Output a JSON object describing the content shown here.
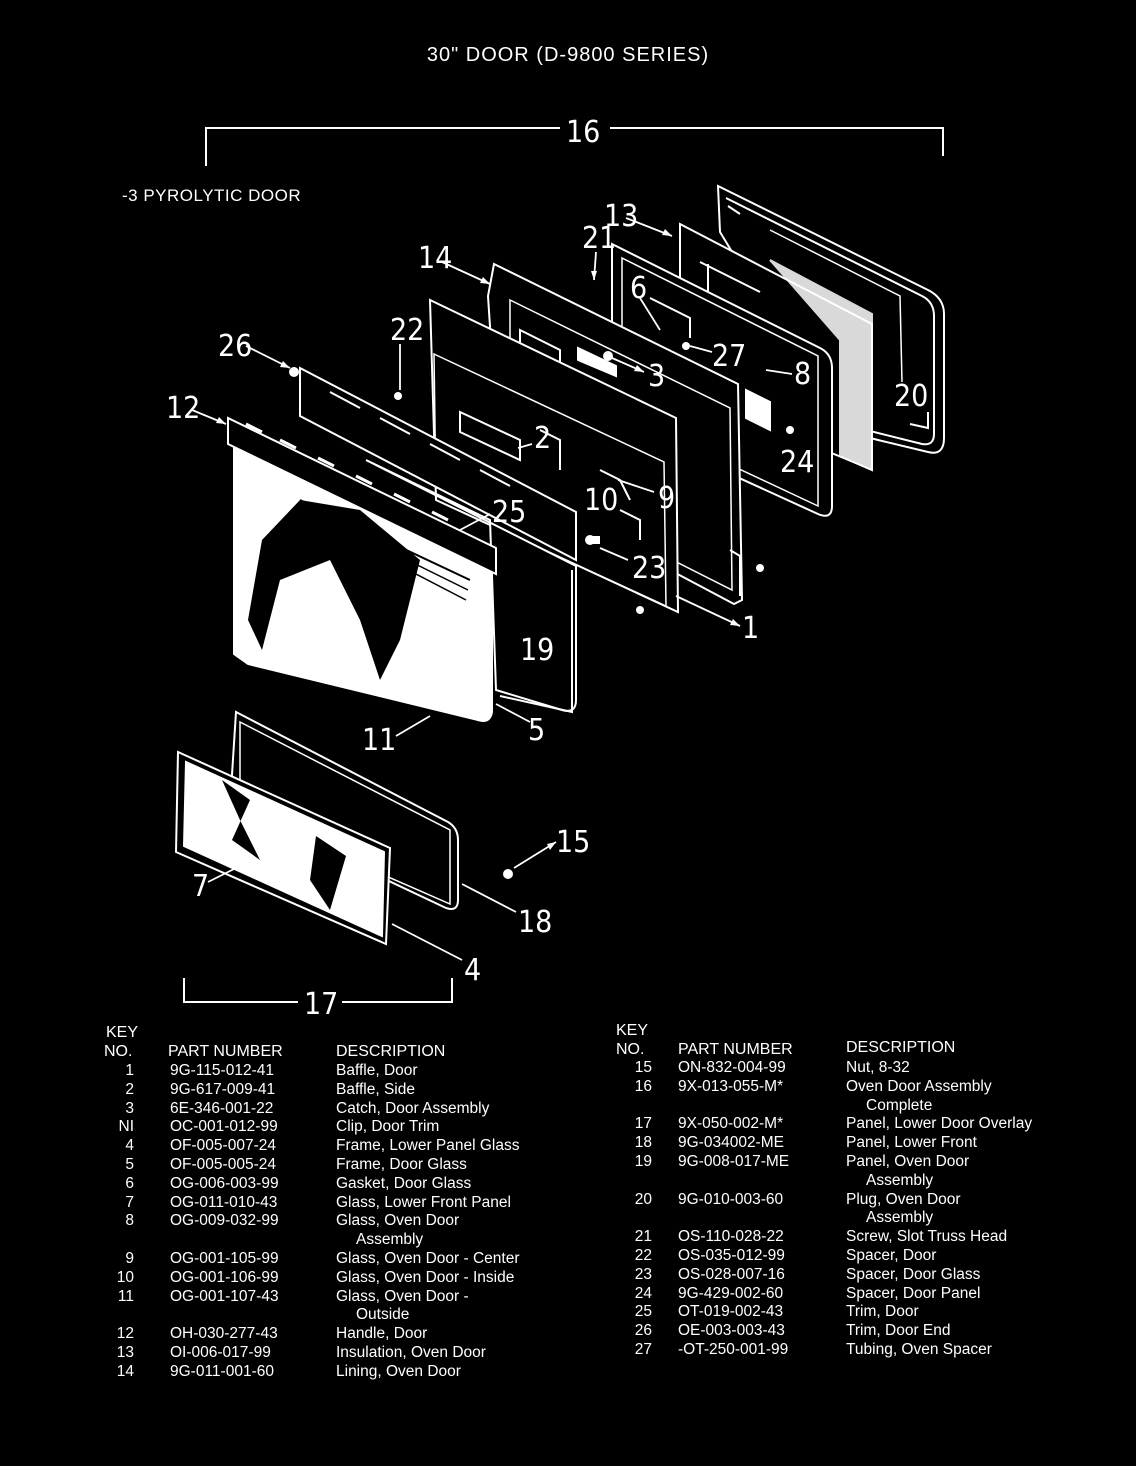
{
  "title": "30\" DOOR (D-9800 SERIES)",
  "subtitle": "-3 PYROLYTIC DOOR",
  "callouts": {
    "c16": "16",
    "c17": "17",
    "c13": "13",
    "c21": "21",
    "c14": "14",
    "c6": "6",
    "c26": "26",
    "c22": "22",
    "c27": "27",
    "c3": "3",
    "c8": "8",
    "c12": "12",
    "c20": "20",
    "c2": "2",
    "c24": "24",
    "c9": "9",
    "c10": "10",
    "c25": "25",
    "c23": "23",
    "c1": "1",
    "c19": "19",
    "c11": "11",
    "c5": "5",
    "c15": "15",
    "c7": "7",
    "c18": "18",
    "c4": "4"
  },
  "headers": {
    "key_top": "KEY",
    "key_bottom": "NO.",
    "part_number": "PART NUMBER",
    "description": "DESCRIPTION"
  },
  "left_rows": [
    {
      "key": "1",
      "part": "9G-115-012-41",
      "desc": "Baffle, Door",
      "desc2": ""
    },
    {
      "key": "2",
      "part": "9G-617-009-41",
      "desc": "Baffle, Side",
      "desc2": ""
    },
    {
      "key": "3",
      "part": "6E-346-001-22",
      "desc": "Catch, Door Assembly",
      "desc2": ""
    },
    {
      "key": "NI",
      "part": "OC-001-012-99",
      "desc": "Clip, Door Trim",
      "desc2": ""
    },
    {
      "key": "4",
      "part": "OF-005-007-24",
      "desc": "Frame, Lower Panel Glass",
      "desc2": ""
    },
    {
      "key": "5",
      "part": "OF-005-005-24",
      "desc": "Frame, Door Glass",
      "desc2": ""
    },
    {
      "key": "6",
      "part": "OG-006-003-99",
      "desc": "Gasket, Door Glass",
      "desc2": ""
    },
    {
      "key": "7",
      "part": "OG-011-010-43",
      "desc": "Glass, Lower Front Panel",
      "desc2": ""
    },
    {
      "key": "8",
      "part": "OG-009-032-99",
      "desc": "Glass, Oven Door",
      "desc2": "Assembly"
    },
    {
      "key": "9",
      "part": "OG-001-105-99",
      "desc": "Glass, Oven Door - Center",
      "desc2": ""
    },
    {
      "key": "10",
      "part": "OG-001-106-99",
      "desc": "Glass, Oven Door - Inside",
      "desc2": ""
    },
    {
      "key": "11",
      "part": "OG-001-107-43",
      "desc": "Glass, Oven Door -",
      "desc2": "Outside"
    },
    {
      "key": "12",
      "part": "OH-030-277-43",
      "desc": "Handle, Door",
      "desc2": ""
    },
    {
      "key": "13",
      "part": "OI-006-017-99",
      "desc": "Insulation, Oven Door",
      "desc2": ""
    },
    {
      "key": "14",
      "part": "9G-011-001-60",
      "desc": "Lining, Oven Door",
      "desc2": ""
    }
  ],
  "right_rows": [
    {
      "key": "15",
      "part": "ON-832-004-99",
      "desc": "Nut, 8-32",
      "desc2": ""
    },
    {
      "key": "16",
      "part": "9X-013-055-M*",
      "desc": "Oven Door Assembly",
      "desc2": "Complete"
    },
    {
      "key": "17",
      "part": "9X-050-002-M*",
      "desc": "Panel, Lower Door Overlay",
      "desc2": ""
    },
    {
      "key": "18",
      "part": "9G-034002-ME",
      "desc": "Panel, Lower Front",
      "desc2": ""
    },
    {
      "key": "19",
      "part": "9G-008-017-ME",
      "desc": "Panel, Oven Door",
      "desc2": "Assembly"
    },
    {
      "key": "20",
      "part": "9G-010-003-60",
      "desc": "Plug, Oven Door",
      "desc2": "Assembly"
    },
    {
      "key": "21",
      "part": "OS-110-028-22",
      "desc": "Screw, Slot Truss Head",
      "desc2": ""
    },
    {
      "key": "22",
      "part": "OS-035-012-99",
      "desc": "Spacer, Door",
      "desc2": ""
    },
    {
      "key": "23",
      "part": "OS-028-007-16",
      "desc": "Spacer, Door Glass",
      "desc2": ""
    },
    {
      "key": "24",
      "part": "9G-429-002-60",
      "desc": "Spacer, Door Panel",
      "desc2": ""
    },
    {
      "key": "25",
      "part": "OT-019-002-43",
      "desc": "Trim, Door",
      "desc2": ""
    },
    {
      "key": "26",
      "part": "OE-003-003-43",
      "desc": "Trim, Door End",
      "desc2": ""
    },
    {
      "key": "27",
      "part": "-OT-250-001-99",
      "desc": "Tubing, Oven Spacer",
      "desc2": ""
    }
  ]
}
